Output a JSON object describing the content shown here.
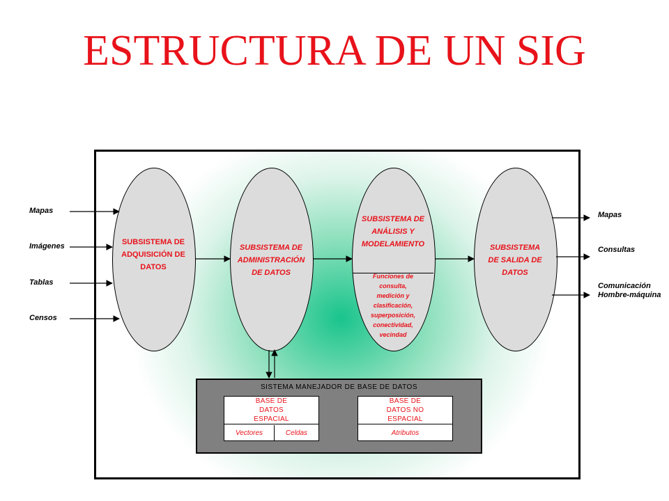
{
  "title": "ESTRUCTURA DE UN SIG",
  "inputs": [
    "Mapas",
    "Imágenes",
    "Tablas",
    "Censos"
  ],
  "outputs": [
    "Mapas",
    "Consultas",
    "Comunicación Hombre-máquina"
  ],
  "subsystems": {
    "acquisition": "SUBSISTEMA DE ADQUISICIÓN DE DATOS",
    "administration": "SUBSISTEMA DE ADMINISTRACIÓN DE DATOS",
    "analysis": "SUBSISTEMA DE ANÁLISIS Y MODELAMIENTO",
    "analysis_functions": "Funciones de consulta, medición y clasificación, superposición, conectividad, vecindad",
    "output": "SUBSISTEMA DE SALIDA DE DATOS"
  },
  "dbms": {
    "title": "SISTEMA MANEJADOR DE BASE DE DATOS",
    "spatial": {
      "label": "BASE DE DATOS ESPACIAL",
      "cells": [
        "Vectores",
        "Celdas"
      ]
    },
    "nonspatial": {
      "label": "BASE DE DATOS NO ESPACIAL",
      "cells": [
        "Atributos"
      ]
    }
  },
  "colors": {
    "title": "#e8121a",
    "accent_text": "#e8121a",
    "ellipse_fill": "#dcdcdc",
    "glow": "#19c48c",
    "dbms_fill": "#808080"
  }
}
